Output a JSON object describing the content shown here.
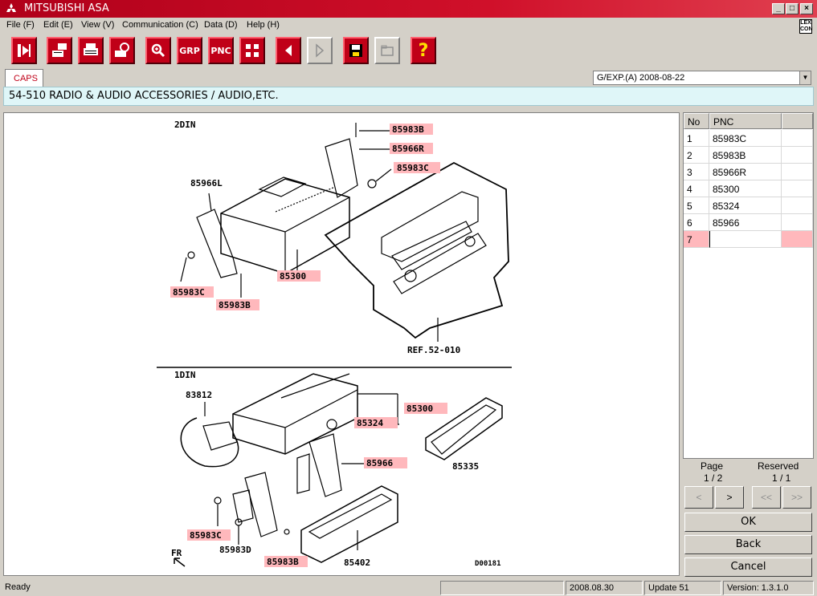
{
  "window": {
    "title": "MITSUBISHI ASA"
  },
  "menu": [
    "File (F)",
    "Edit (E)",
    "View (V)",
    "Communication (C)",
    "Data (D)",
    "Help (H)"
  ],
  "lexicon_label": "LEX CON",
  "toolbar": {
    "grp_label": "GRP",
    "pnc_label": "PNC",
    "help_label": "?"
  },
  "tab": {
    "caps_label": "CAPS"
  },
  "catalog_select": {
    "value": "G/EXP.(A)   2008-08-22"
  },
  "section": {
    "title": "54-510  RADIO & AUDIO ACCESSORIES / AUDIO,ETC."
  },
  "diagram": {
    "top_title": "2DIN",
    "bottom_title": "1DIN",
    "labels": {
      "l_85983B_a": "85983B",
      "l_85966R": "85966R",
      "l_85983C_a": "85983C",
      "l_85966L": "85966L",
      "l_85300_a": "85300",
      "l_85983C_b": "85983C",
      "l_85983B_b": "85983B",
      "l_ref": "REF.52-010",
      "l_83812": "83812",
      "l_85300_b": "85300",
      "l_85324": "85324",
      "l_85335": "85335",
      "l_85966": "85966",
      "l_85983C_c": "85983C",
      "l_85983D": "85983D",
      "l_85983B_c": "85983B",
      "l_85402": "85402",
      "l_fr": "FR",
      "l_code": "D00181"
    },
    "highlight_color": "#ffb8bc"
  },
  "parts_table": {
    "headers": [
      "No",
      "PNC",
      ""
    ],
    "rows": [
      {
        "no": "1",
        "pnc": "85983C"
      },
      {
        "no": "2",
        "pnc": "85983B"
      },
      {
        "no": "3",
        "pnc": "85966R"
      },
      {
        "no": "4",
        "pnc": "85300"
      },
      {
        "no": "5",
        "pnc": "85324"
      },
      {
        "no": "6",
        "pnc": "85966"
      },
      {
        "no": "7",
        "pnc": ""
      }
    ]
  },
  "paging": {
    "page_label": "Page",
    "page_value": "1 / 2",
    "reserved_label": "Reserved",
    "reserved_value": "1 / 1",
    "prev": "<",
    "next": ">",
    "first": "<<",
    "last": ">>"
  },
  "buttons": {
    "ok": "OK",
    "back": "Back",
    "cancel": "Cancel"
  },
  "status": {
    "left": "Ready",
    "date": "2008.08.30",
    "update": "Update 51",
    "version": "Version: 1.3.1.0"
  }
}
